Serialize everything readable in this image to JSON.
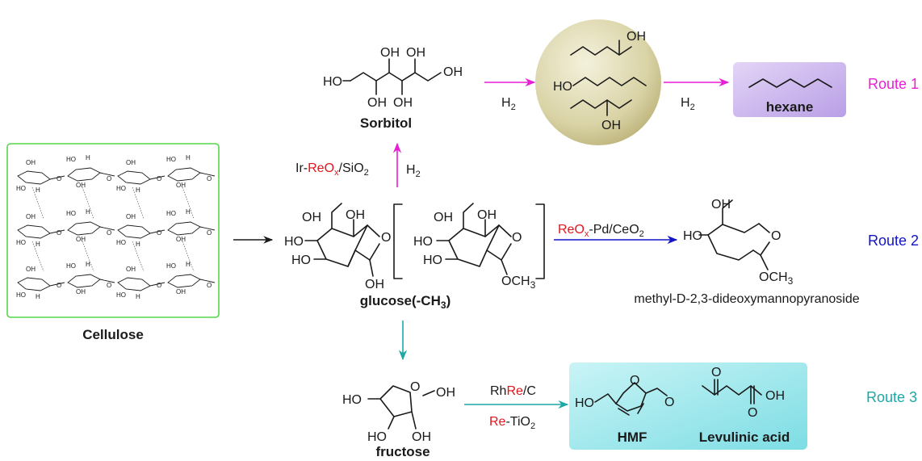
{
  "colors": {
    "route1": "#e81ed6",
    "route2": "#1313c8",
    "route3": "#1fa7a7",
    "catalyst_red": "#e0151b",
    "cellulose_border": "#55d64a",
    "hexane_box": "#cdb6ee",
    "sphere": "#d9d3a6",
    "product_box": "#9fe9ee"
  },
  "compounds": {
    "cellulose": "Cellulose",
    "sorbitol": "Sorbitol",
    "glucose": "glucose(-CH",
    "glucose_sub": "3",
    "glucose_end": ")",
    "fructose": "fructose",
    "hexane": "hexane",
    "mdm": "methyl-D-2,3-dideoxymannopyranoside",
    "hmf": "HMF",
    "levulinic": "Levulinic acid"
  },
  "atoms": {
    "oh": "OH",
    "ho": "HO",
    "o": "O",
    "och3": "OCH",
    "three": "3"
  },
  "cellulose_atoms": {
    "oh": "OH",
    "ho": "HO",
    "h": "H",
    "o": "O"
  },
  "conditions": {
    "route1_step1_a": "Ir-",
    "route1_step1_b": "ReO",
    "route1_step1_c": "x",
    "route1_step1_d": "/SiO",
    "route1_step1_e": "2",
    "route1_h2": "H",
    "route1_h2_sub": "2",
    "route1_step2": "H",
    "route1_step2_sub": "2",
    "route1_step3": "H",
    "route1_step3_sub": "2",
    "route2_a": "ReO",
    "route2_b": "x",
    "route2_c": "-Pd/CeO",
    "route2_d": "2",
    "route3_top_a": "Rh",
    "route3_top_b": "Re",
    "route3_top_c": "/C",
    "route3_bot_a": "Re",
    "route3_bot_b": "-TiO",
    "route3_bot_c": "2"
  },
  "routes": {
    "route1": "Route 1",
    "route2": "Route 2",
    "route3": "Route 3"
  }
}
